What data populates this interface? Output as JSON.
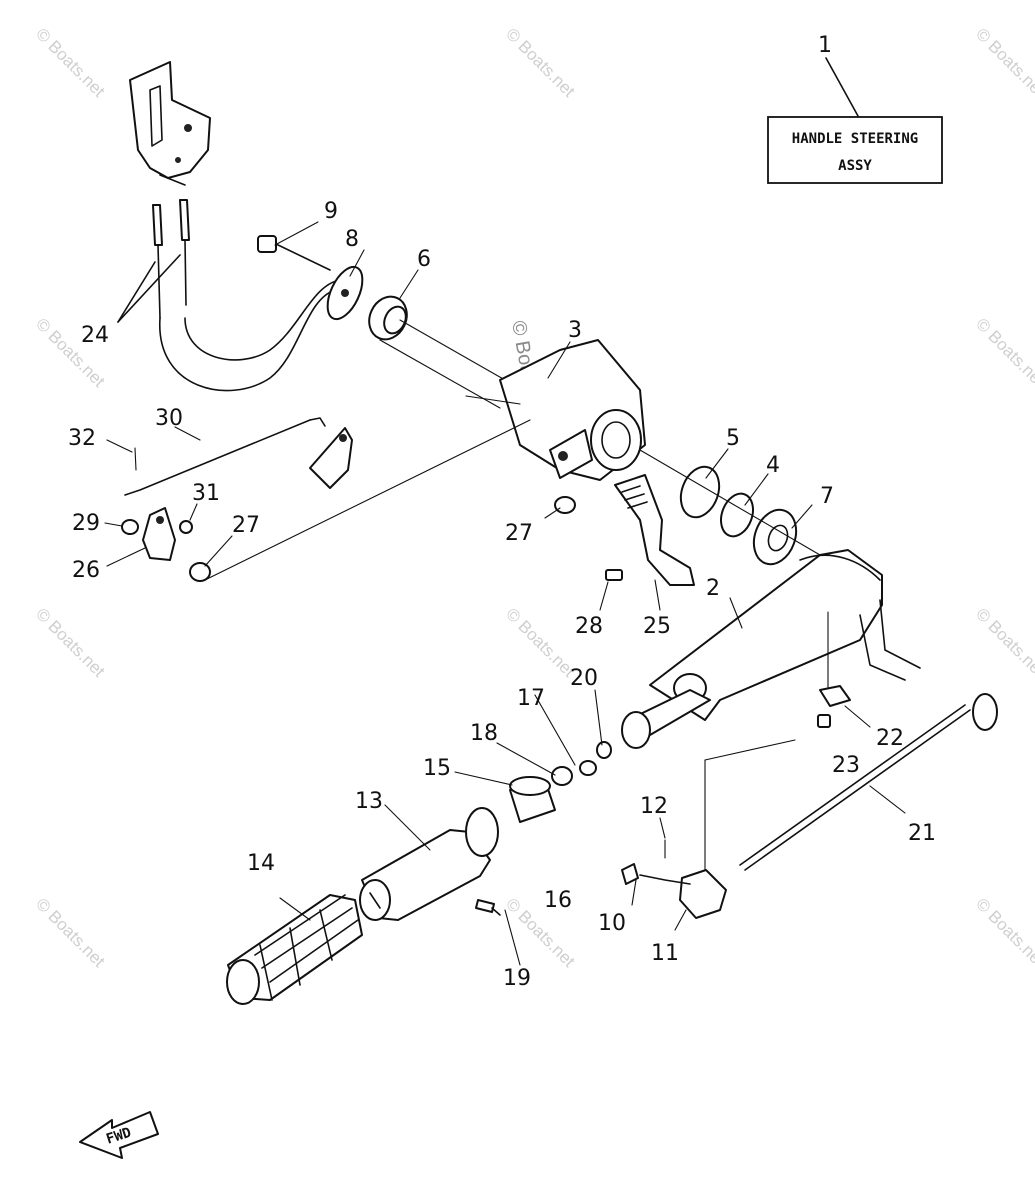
{
  "watermark": "© Boats.net",
  "assembly_label": {
    "line1": "HANDLE STEERING",
    "line2": "ASSY"
  },
  "fwd_label": "FWD",
  "callouts": {
    "c1": "1",
    "c2": "2",
    "c3": "3",
    "c4": "4",
    "c5": "5",
    "c6": "6",
    "c7": "7",
    "c8": "8",
    "c9": "9",
    "c10": "10",
    "c11": "11",
    "c12": "12",
    "c13": "13",
    "c14": "14",
    "c15": "15",
    "c16": "16",
    "c17": "17",
    "c18": "18",
    "c19": "19",
    "c20": "20",
    "c21": "21",
    "c22": "22",
    "c23": "23",
    "c24": "24",
    "c25": "25",
    "c26": "26",
    "c27a": "27",
    "c27b": "27",
    "c28": "28",
    "c29": "29",
    "c30": "30",
    "c31": "31",
    "c32": "32"
  }
}
